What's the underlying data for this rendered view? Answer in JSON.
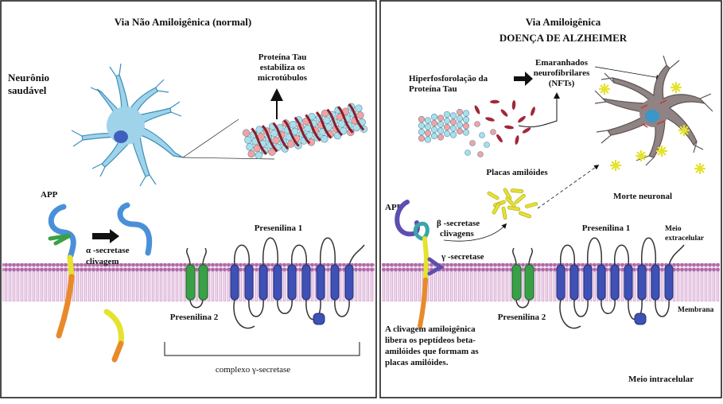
{
  "left": {
    "title": "Via Não Amiloigênica (normal)",
    "neuron_label_1": "Neurônio",
    "neuron_label_2": "saudável",
    "tau_label": [
      "Proteína Tau",
      "estabiliza os",
      "microtúbulos"
    ],
    "app_label": "APP",
    "alpha_label": [
      "α -secretase",
      "clivagem"
    ],
    "presenilin1": "Presenilina 1",
    "presenilin2": "Presenilina 2",
    "complex_label": "complexo γ-secretase"
  },
  "right": {
    "title": "Via Amiloigênica",
    "subtitle": "DOENÇA DE ALZHEIMER",
    "hyper_label": [
      "Hiperfosforolação da",
      "Proteína Tau"
    ],
    "nft_label": [
      "Emaranhados",
      "neurofibrilares",
      "(NFTs)"
    ],
    "plaques_label": "Placas amilóides",
    "death_label": "Morte neuronal",
    "app_label": "APP",
    "beta_label": [
      "β -secretase",
      "clivagens"
    ],
    "gamma_label": "γ -secretase",
    "presenilin1": "Presenilina 1",
    "presenilin2": "Presenilina 2",
    "extracellular": [
      "Meio",
      "extracelular"
    ],
    "membrane": "Membrana",
    "intracellular": "Meio intracelular",
    "caption": [
      "A clivagem amiloigênica",
      "libera os peptídeos beta-",
      "amilóides que formam as",
      "placas amilóides."
    ]
  },
  "colors": {
    "membrane_head": "#b06aa8",
    "membrane_tail": "#e7c6e3",
    "presenilin1": "#3f51b5",
    "presenilin2": "#3aa047",
    "app_blue": "#4a90d9",
    "amyloid": "#e6e22e",
    "neuron_healthy": "#9fd3ea",
    "neuron_dead": "#8f8383"
  }
}
